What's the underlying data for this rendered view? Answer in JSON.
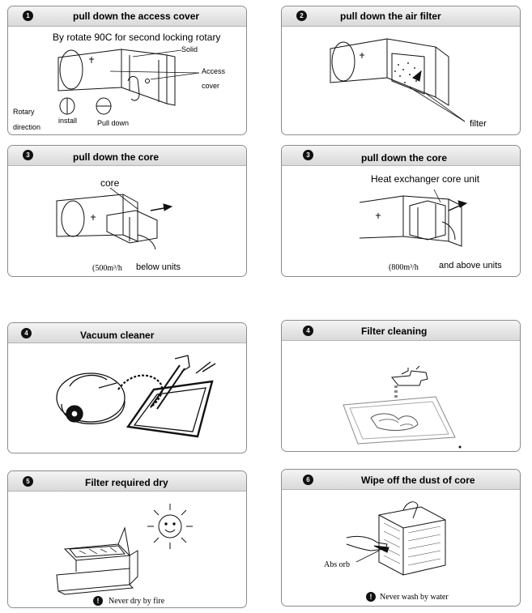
{
  "panels": [
    {
      "number": "1",
      "title": "pull down the access cover",
      "labels": {
        "rotate": "By rotate 90C for second locking rotary",
        "solid": "Solid",
        "access": "Access",
        "cover": "cover",
        "rotary": "Rotary",
        "direction": "direction",
        "install": "install",
        "pulldown": "Pull down"
      }
    },
    {
      "number": "2",
      "title": "pull down the air filter",
      "labels": {
        "filter": "filter"
      }
    },
    {
      "number": "3",
      "title": "pull down the core",
      "labels": {
        "core": "core",
        "capacity": "(500m³/h",
        "below": "below units"
      }
    },
    {
      "number": "3",
      "title": "pull down the core",
      "labels": {
        "hx": "Heat exchanger core unit",
        "capacity": "(800m³/h",
        "above": "and above units"
      }
    },
    {
      "number": "4",
      "title": "Vacuum cleaner"
    },
    {
      "number": "4",
      "title": "Filter cleaning"
    },
    {
      "number": "5",
      "title": "Filter required dry",
      "labels": {
        "warning": "Never dry by fire"
      }
    },
    {
      "number": "6",
      "title": "Wipe off the dust of core",
      "labels": {
        "absorb": "Abs orb",
        "warning": "Never wash by water"
      }
    }
  ],
  "icons": {
    "step_badge": "number-circle-icon",
    "warning": "exclamation-circle-icon"
  }
}
